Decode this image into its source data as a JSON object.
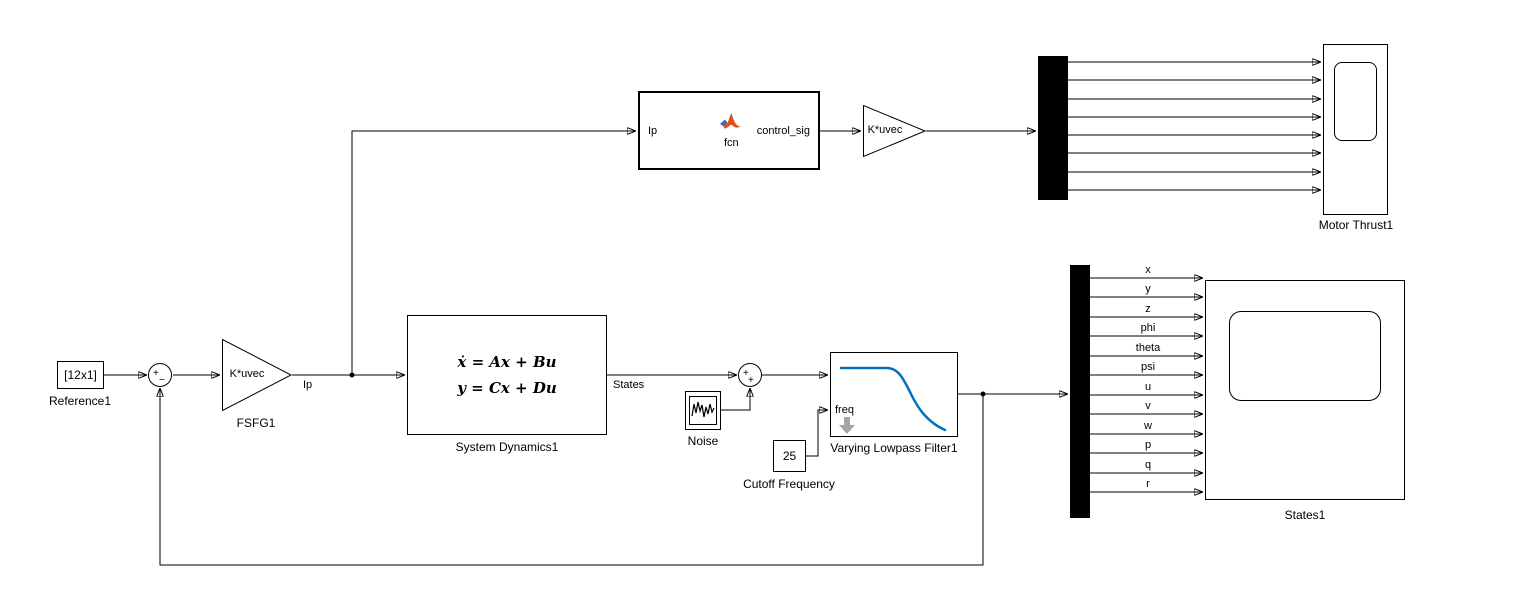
{
  "blocks": {
    "reference1": {
      "value": "[12x1]",
      "label": "Reference1"
    },
    "sum1": {
      "plus": "+",
      "minus": "−"
    },
    "fsfg1": {
      "gain": "K*uvec",
      "label": "FSFG1"
    },
    "system_dynamics1": {
      "eq1": "ẋ = Ax + Bu",
      "eq2": "y = Cx + Du",
      "label": "System Dynamics1"
    },
    "noise": {
      "label": "Noise"
    },
    "sum2": {
      "plus_left": "+",
      "plus_bottom": "+"
    },
    "varying_lowpass_filter1": {
      "freq_port": "freq",
      "label": "Varying Lowpass Filter1"
    },
    "cutoff_frequency": {
      "value": "25",
      "label": "Cutoff Frequency"
    },
    "matlab_function": {
      "in_port": "Ip",
      "name": "fcn",
      "out_port": "control_sig"
    },
    "gain2": {
      "gain": "K*uvec"
    },
    "motor_thrust_scope": {
      "label": "Motor Thrust1"
    },
    "states_scope": {
      "label": "States1"
    }
  },
  "ports": {
    "ip": "Ip",
    "states": "States"
  },
  "signals": [
    "x",
    "y",
    "z",
    "phi",
    "theta",
    "psi",
    "u",
    "v",
    "w",
    "p",
    "q",
    "r"
  ],
  "colors": {
    "filter_curve": "#0072BD",
    "freq_arrow": "#a6a6a6"
  }
}
